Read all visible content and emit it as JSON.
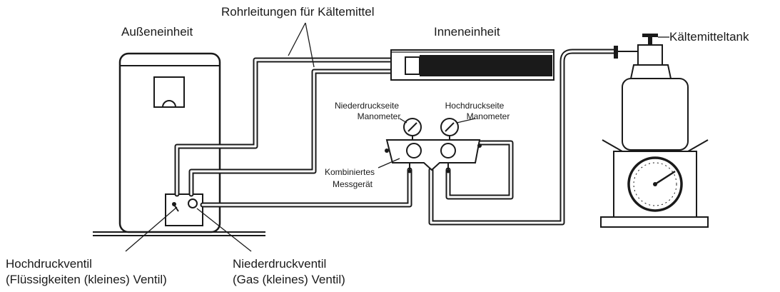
{
  "labels": {
    "outdoor_unit": "Außeneinheit",
    "refrigerant_pipes": "Rohrleitungen für Kältemittel",
    "indoor_unit": "Inneneinheit",
    "refrigerant_tank": "Kältemitteltank",
    "low_side_gauge_line1": "Niederdruckseite",
    "low_side_gauge_line2": "Manometer",
    "high_side_gauge_line1": "Hochdruckseite",
    "high_side_gauge_line2": "Manometer",
    "manifold_line1": "Kombiniertes",
    "manifold_line2": "Messgerät",
    "high_pressure_valve_line1": "Hochdruckventil",
    "high_pressure_valve_line2": "(Flüssigkeiten (kleines) Ventil)",
    "low_pressure_valve_line1": "Niederdruckventil",
    "low_pressure_valve_line2": "(Gas (kleines) Ventil)"
  },
  "colors": {
    "line": "#1a1a1a",
    "background": "#ffffff"
  }
}
